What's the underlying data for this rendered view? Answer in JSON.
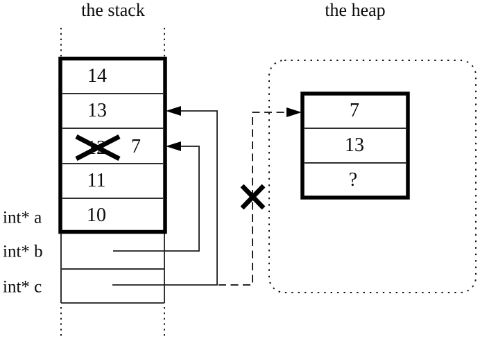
{
  "stack": {
    "title": "the stack",
    "cells": [
      "14",
      "13",
      "12",
      "11",
      "10"
    ],
    "overwrite_value": "7",
    "pointer_labels": [
      "int* a",
      "int* b",
      "int* c"
    ]
  },
  "heap": {
    "title": "the heap",
    "cells": [
      "7",
      "13",
      "?"
    ]
  },
  "icons": {
    "deleted_value_mark": "x-cross",
    "severed_pointer_mark": "x-cross"
  },
  "colors": {
    "ink": "#000000",
    "background": "#ffffff"
  }
}
